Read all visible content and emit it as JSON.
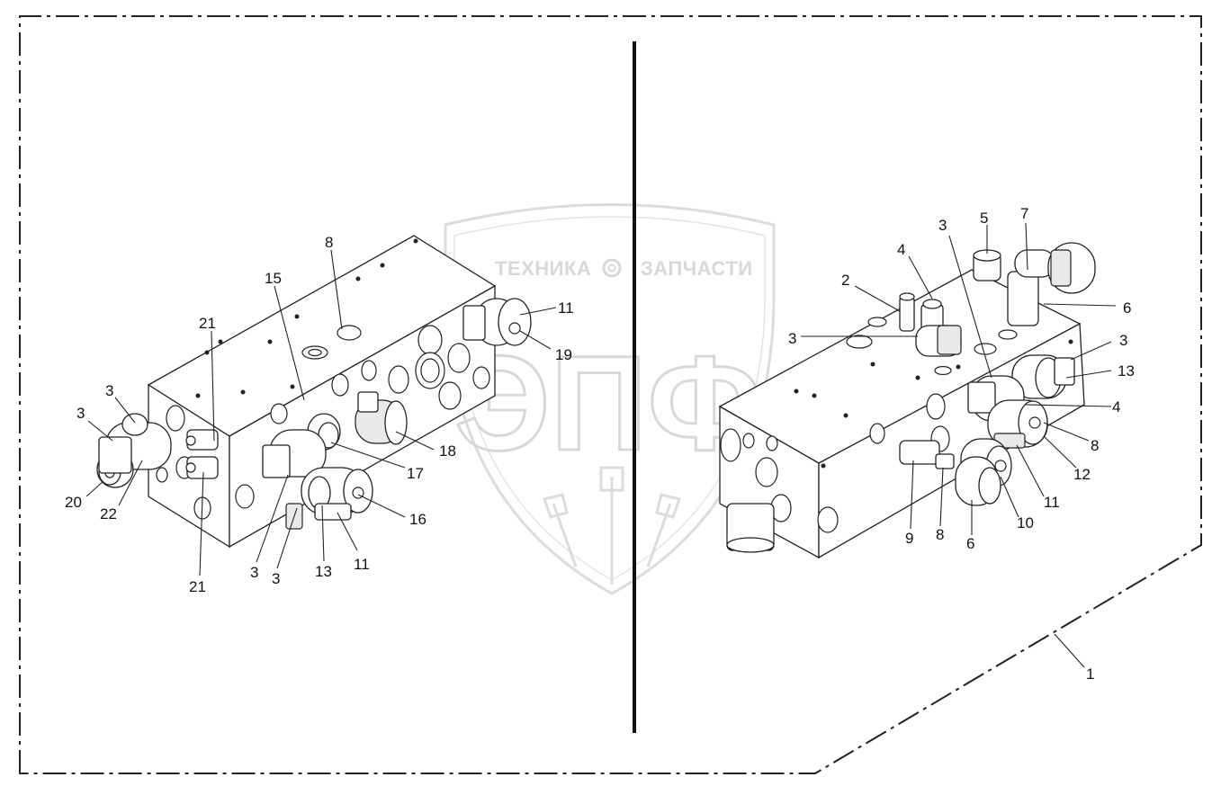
{
  "watermark": {
    "left_word": "ТЕХНИКА",
    "right_word": "ЗАПЧАСТИ",
    "big_letters": "ЭПФ",
    "icon": "gear-icon"
  },
  "callouts_left": [
    {
      "id": "l-8",
      "text": "8"
    },
    {
      "id": "l-15",
      "text": "15"
    },
    {
      "id": "l-21a",
      "text": "21"
    },
    {
      "id": "l-3a",
      "text": "3"
    },
    {
      "id": "l-3b",
      "text": "3"
    },
    {
      "id": "l-20",
      "text": "20"
    },
    {
      "id": "l-22",
      "text": "22"
    },
    {
      "id": "l-21b",
      "text": "21"
    },
    {
      "id": "l-3c",
      "text": "3"
    },
    {
      "id": "l-3d",
      "text": "3"
    },
    {
      "id": "l-13",
      "text": "13"
    },
    {
      "id": "l-11a",
      "text": "11"
    },
    {
      "id": "l-16",
      "text": "16"
    },
    {
      "id": "l-17",
      "text": "17"
    },
    {
      "id": "l-18",
      "text": "18"
    },
    {
      "id": "l-11b",
      "text": "11"
    },
    {
      "id": "l-19",
      "text": "19"
    }
  ],
  "callouts_right": [
    {
      "id": "r-2",
      "text": "2"
    },
    {
      "id": "r-4a",
      "text": "4"
    },
    {
      "id": "r-3a",
      "text": "3"
    },
    {
      "id": "r-5",
      "text": "5"
    },
    {
      "id": "r-7",
      "text": "7"
    },
    {
      "id": "r-6a",
      "text": "6"
    },
    {
      "id": "r-3b",
      "text": "3"
    },
    {
      "id": "r-3c",
      "text": "3"
    },
    {
      "id": "r-13",
      "text": "13"
    },
    {
      "id": "r-4b",
      "text": "4"
    },
    {
      "id": "r-8a",
      "text": "8"
    },
    {
      "id": "r-12",
      "text": "12"
    },
    {
      "id": "r-11",
      "text": "11"
    },
    {
      "id": "r-10",
      "text": "10"
    },
    {
      "id": "r-6b",
      "text": "6"
    },
    {
      "id": "r-8b",
      "text": "8"
    },
    {
      "id": "r-9",
      "text": "9"
    },
    {
      "id": "r-1",
      "text": "1"
    }
  ],
  "colors": {
    "line": "#222222",
    "watermark": "#d8d8d8",
    "background": "#ffffff"
  }
}
